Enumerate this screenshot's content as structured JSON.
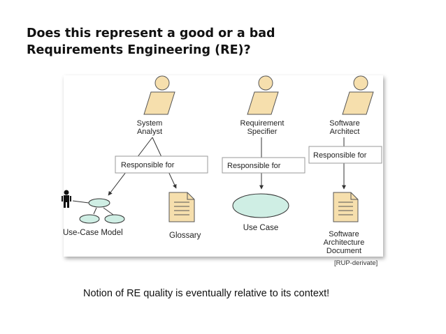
{
  "title": {
    "line1": "Does this represent a good or a bad",
    "line2": "Requirements Engineering (RE)?"
  },
  "diagram": {
    "roles": [
      {
        "line1": "System",
        "line2": "Analyst"
      },
      {
        "line1": "Requirement",
        "line2": "Specifier"
      },
      {
        "line1": "Software",
        "line2": "Architect"
      }
    ],
    "responsibility_label": "Responsible for",
    "artifacts": {
      "use_case_model": "Use-Case Model",
      "glossary": "Glossary",
      "use_case": "Use Case",
      "sad_line1": "Software",
      "sad_line2": "Architecture",
      "sad_line3": "Document"
    },
    "source_note": "[RUP-derivate]"
  },
  "caption": "Notion of RE quality is eventually relative to its context!",
  "colors": {
    "worker_fill": "#f6dfad",
    "usecase_fill": "#cfeee4",
    "doc_fill": "#f6dfad",
    "panel": "#ffffff"
  }
}
